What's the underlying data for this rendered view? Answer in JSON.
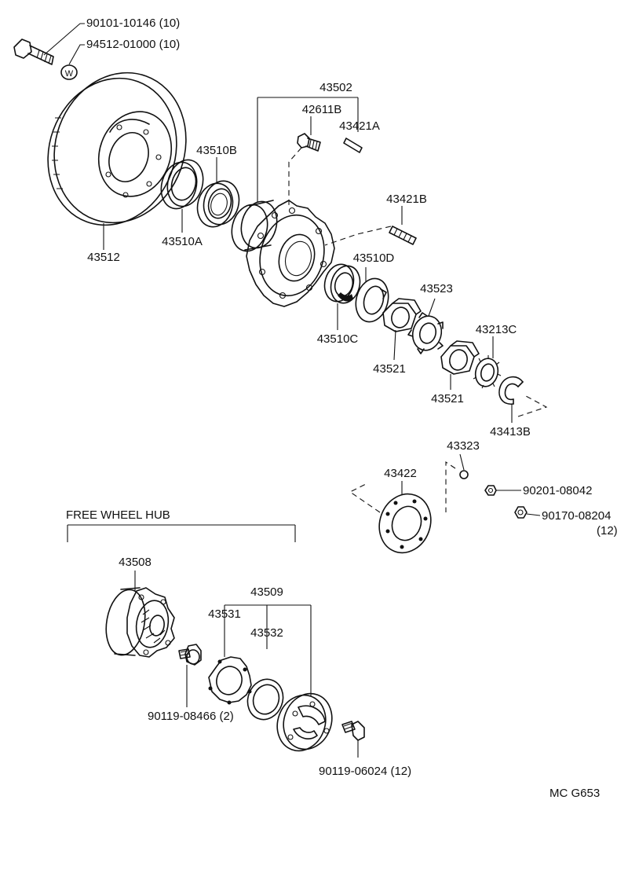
{
  "section_title": "FREE WHEEL HUB",
  "figure_code": "MC G653",
  "washer_symbol": "W",
  "labels": {
    "p90101": "90101-10146 (10)",
    "p94512": "94512-01000 (10)",
    "p43502": "43502",
    "p42611B": "42611B",
    "p43421A": "43421A",
    "p43510B": "43510B",
    "p43421B": "43421B",
    "p43512": "43512",
    "p43510A": "43510A",
    "p43510D": "43510D",
    "p43523": "43523",
    "p43510C": "43510C",
    "p43213C": "43213C",
    "p43521a": "43521",
    "p43521b": "43521",
    "p43413B": "43413B",
    "p43323": "43323",
    "p43422": "43422",
    "p90201": "90201-08042",
    "p90170": "90170-08204",
    "p90170_qty": "(12)",
    "p43508": "43508",
    "p43509": "43509",
    "p43531": "43531",
    "p43532": "43532",
    "p90119a": "90119-08466 (2)",
    "p90119b": "90119-06024 (12)"
  }
}
